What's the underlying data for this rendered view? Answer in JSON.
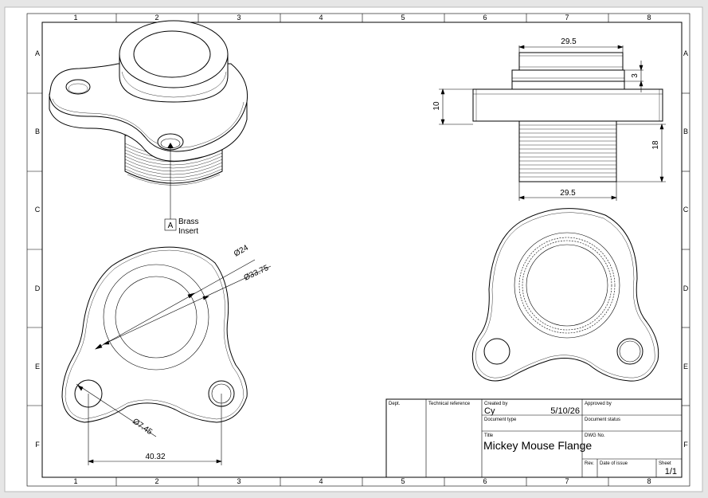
{
  "frame": {
    "col_labels": [
      "1",
      "2",
      "3",
      "4",
      "5",
      "6",
      "7",
      "8"
    ],
    "row_labels": [
      "A",
      "B",
      "C",
      "D",
      "E",
      "F"
    ]
  },
  "views": {
    "iso_annotation": {
      "letter": "A",
      "line1": "Brass",
      "line2": "Insert"
    },
    "side_view": {
      "dim_top_width": "29.5",
      "dim_step": "3",
      "dim_flange": "10",
      "dim_thread": "18",
      "dim_bottom_width": "29.5"
    },
    "top_view": {
      "dim_inner_diameter": "Ø24",
      "dim_outer_diameter": "Ø33.75",
      "dim_hole_diameter": "Ø7.45",
      "dim_hole_spacing": "40.32"
    }
  },
  "title_block": {
    "dept_label": "Dept.",
    "tech_ref_label": "Technical reference",
    "created_by_label": "Created by",
    "created_by": "Cy",
    "date": "5/10/26",
    "approved_by_label": "Approved by",
    "doc_type_label": "Document type",
    "doc_status_label": "Document status",
    "title_label": "Title",
    "title": "Mickey Mouse Flange",
    "dwg_no_label": "DWG No.",
    "rev_label": "Rev.",
    "date_of_issue_label": "Date of issue",
    "sheet_label": "Sheet",
    "sheet": "1/1"
  }
}
